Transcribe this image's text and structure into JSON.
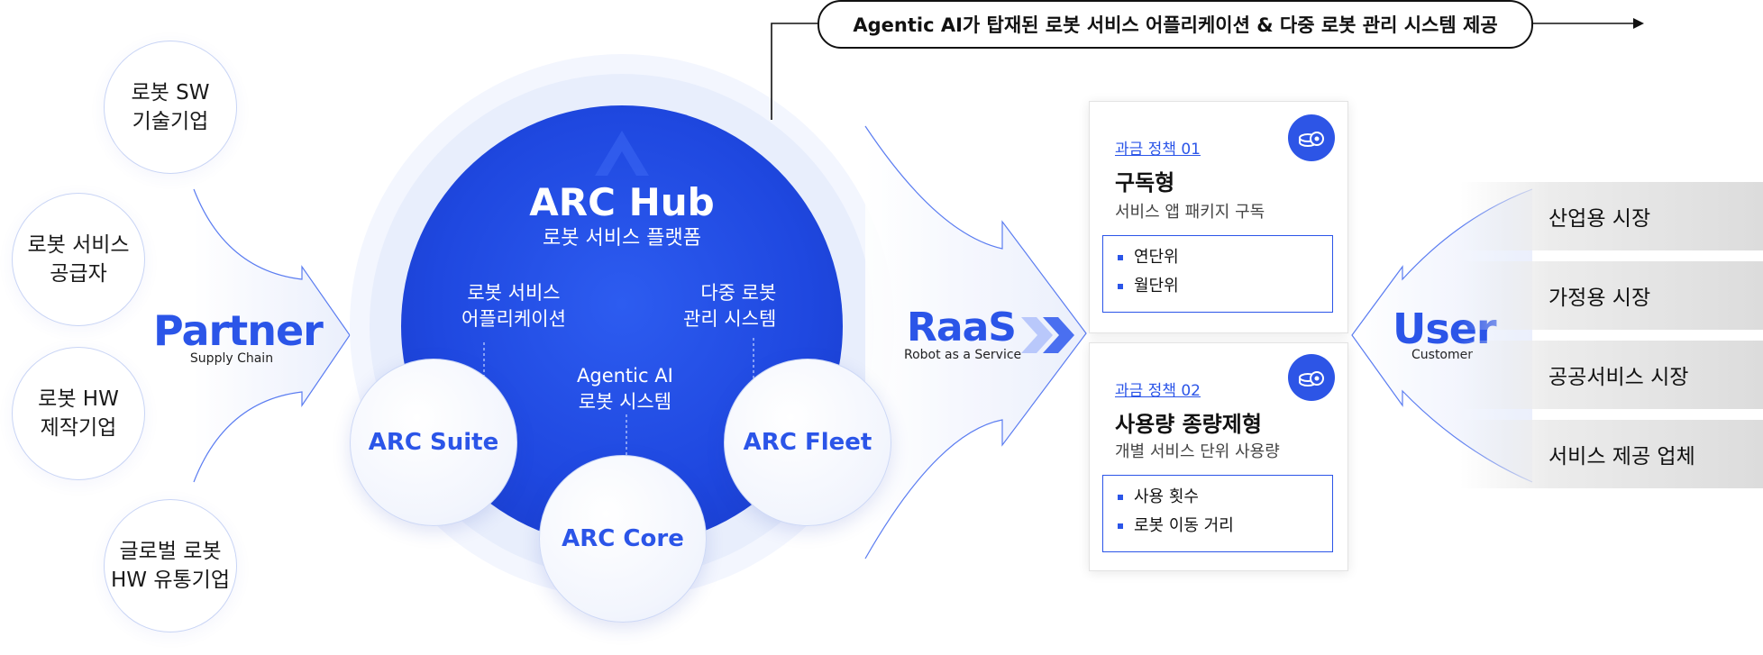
{
  "top_banner": "Agentic AI가 탑재된 로봇 서비스 어플리케이션 & 다중 로봇 관리 시스템 제공",
  "partner": {
    "title": "Partner",
    "subtitle": "Supply Chain",
    "items": [
      "로봇 SW\n기술기업",
      "로봇 서비스\n공급자",
      "로봇 HW\n제작기업",
      "글로벌 로봇\nHW 유통기업"
    ]
  },
  "hub": {
    "title": "ARC Hub",
    "subtitle": "로봇 서비스 플랫폼",
    "labels": {
      "suite": "로봇 서비스\n어플리케이션",
      "core": "Agentic AI\n로봇 시스템",
      "fleet": "다중 로봇\n관리 시스템"
    },
    "modules": {
      "suite": "ARC Suite",
      "core": "ARC Core",
      "fleet": "ARC Fleet"
    }
  },
  "raas": {
    "title": "RaaS",
    "subtitle": "Robot as a Service"
  },
  "pricing": [
    {
      "tag": "과금 정책 01",
      "title": "구독형",
      "desc": "서비스 앱 패키지 구독",
      "items": [
        "연단위",
        "월단위"
      ],
      "icon": "coin-icon"
    },
    {
      "tag": "과금 정책 02",
      "title": "사용량 종량제형",
      "desc": "개별 서비스 단위 사용량",
      "items": [
        "사용 횟수",
        "로봇 이동 거리"
      ],
      "icon": "coin-icon"
    }
  ],
  "user": {
    "title": "User",
    "subtitle": "Customer",
    "markets": [
      "산업용 시장",
      "가정용 시장",
      "공공서비스 시장",
      "서비스 제공 업체"
    ]
  },
  "colors": {
    "accent": "#2b55e8",
    "hub": "#1f48e0",
    "ring": "#eef2fd"
  }
}
